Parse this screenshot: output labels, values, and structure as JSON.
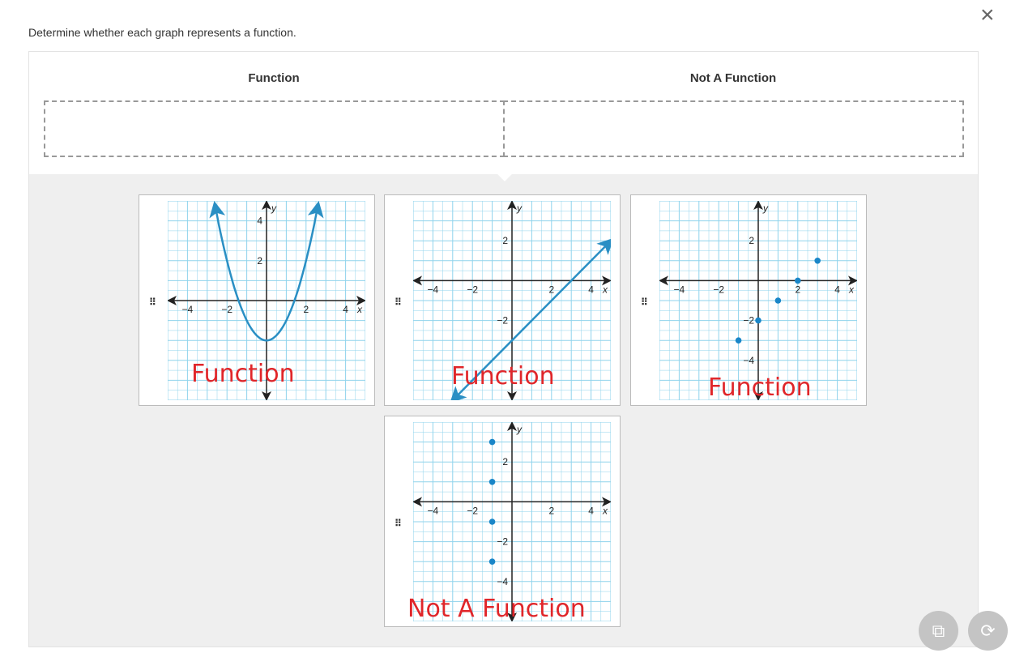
{
  "instruction": "Determine whether each graph represents a function.",
  "columns": [
    "Function",
    "Not A Function"
  ],
  "colors": {
    "curve": "#2a8fc4",
    "grid": "#8fd3ec",
    "label": "#e0262a"
  },
  "cards": [
    {
      "type": "curve",
      "fn": "parabola",
      "a": 1,
      "c": -2,
      "xrange": [
        -5,
        5
      ],
      "yrange": [
        -5,
        5
      ],
      "xticks": [
        -4,
        -2,
        2,
        4
      ],
      "yticks": [
        4,
        2
      ],
      "label": "Function"
    },
    {
      "type": "line",
      "points": [
        [
          -3,
          -6
        ],
        [
          5,
          2
        ]
      ],
      "xrange": [
        -5,
        5
      ],
      "yrange": [
        -6,
        4
      ],
      "xticks": [
        -4,
        -2,
        2,
        4
      ],
      "yticks": [
        2,
        -2
      ],
      "label": "Function"
    },
    {
      "type": "points",
      "points": [
        [
          -1,
          -3
        ],
        [
          0,
          -2
        ],
        [
          1,
          -1
        ],
        [
          2,
          0
        ],
        [
          3,
          1
        ]
      ],
      "xrange": [
        -5,
        5
      ],
      "yrange": [
        -6,
        4
      ],
      "xticks": [
        -4,
        -2,
        2,
        4
      ],
      "yticks": [
        2,
        -2,
        -4
      ],
      "label": "Function"
    },
    {
      "type": "points",
      "points": [
        [
          -1,
          3
        ],
        [
          -1,
          1
        ],
        [
          -1,
          -1
        ],
        [
          -1,
          -3
        ]
      ],
      "xrange": [
        -5,
        5
      ],
      "yrange": [
        -6,
        4
      ],
      "xticks": [
        -4,
        -2,
        2,
        4
      ],
      "yticks": [
        2,
        -2,
        -4
      ],
      "label": "Not A Function"
    }
  ],
  "axis_labels": {
    "x": "x",
    "y": "y"
  },
  "buttons": {
    "close": "×",
    "open_external": "open-external",
    "rotate_image": "rotate-image"
  }
}
